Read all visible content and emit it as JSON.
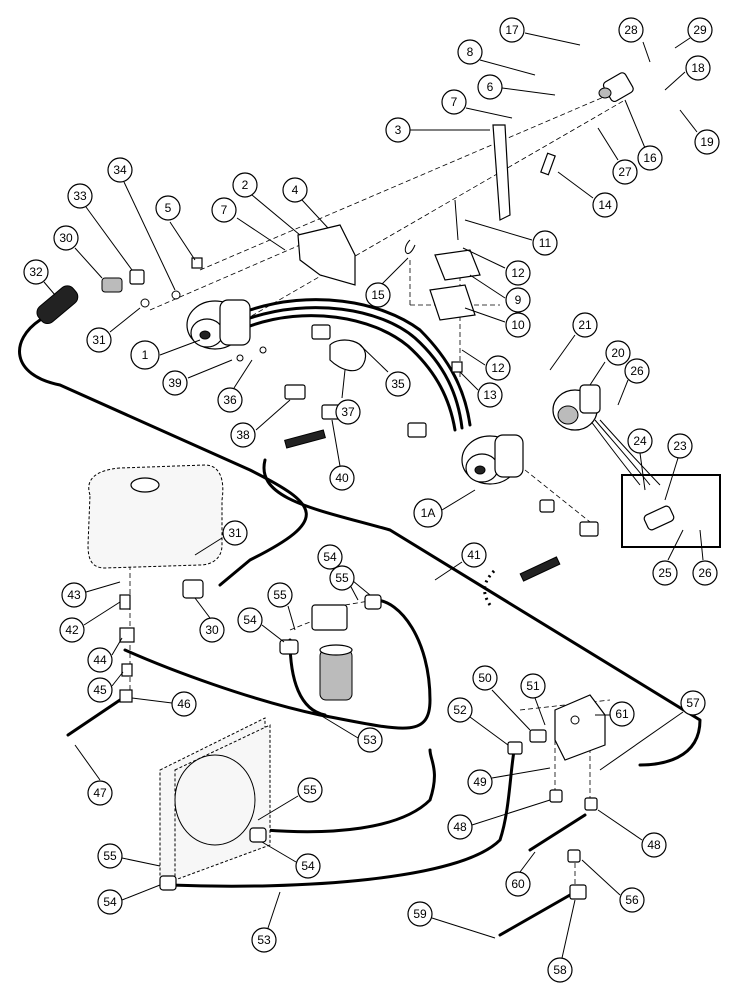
{
  "callouts": [
    {
      "label": "1"
    },
    {
      "label": "1A"
    },
    {
      "label": "2"
    },
    {
      "label": "3"
    },
    {
      "label": "4"
    },
    {
      "label": "5"
    },
    {
      "label": "6"
    },
    {
      "label": "7"
    },
    {
      "label": "7"
    },
    {
      "label": "8"
    },
    {
      "label": "9"
    },
    {
      "label": "10"
    },
    {
      "label": "11"
    },
    {
      "label": "12"
    },
    {
      "label": "12"
    },
    {
      "label": "13"
    },
    {
      "label": "14"
    },
    {
      "label": "15"
    },
    {
      "label": "16"
    },
    {
      "label": "17"
    },
    {
      "label": "18"
    },
    {
      "label": "19"
    },
    {
      "label": "20"
    },
    {
      "label": "21"
    },
    {
      "label": "23"
    },
    {
      "label": "24"
    },
    {
      "label": "25"
    },
    {
      "label": "26"
    },
    {
      "label": "26"
    },
    {
      "label": "27"
    },
    {
      "label": "28"
    },
    {
      "label": "29"
    },
    {
      "label": "30"
    },
    {
      "label": "30"
    },
    {
      "label": "31"
    },
    {
      "label": "31"
    },
    {
      "label": "32"
    },
    {
      "label": "33"
    },
    {
      "label": "34"
    },
    {
      "label": "35"
    },
    {
      "label": "36"
    },
    {
      "label": "37"
    },
    {
      "label": "38"
    },
    {
      "label": "39"
    },
    {
      "label": "40"
    },
    {
      "label": "41"
    },
    {
      "label": "42"
    },
    {
      "label": "43"
    },
    {
      "label": "44"
    },
    {
      "label": "45"
    },
    {
      "label": "46"
    },
    {
      "label": "47"
    },
    {
      "label": "48"
    },
    {
      "label": "48"
    },
    {
      "label": "49"
    },
    {
      "label": "50"
    },
    {
      "label": "51"
    },
    {
      "label": "52"
    },
    {
      "label": "53"
    },
    {
      "label": "53"
    },
    {
      "label": "54"
    },
    {
      "label": "54"
    },
    {
      "label": "54"
    },
    {
      "label": "54"
    },
    {
      "label": "55"
    },
    {
      "label": "55"
    },
    {
      "label": "55"
    },
    {
      "label": "55"
    },
    {
      "label": "56"
    },
    {
      "label": "57"
    },
    {
      "label": "58"
    },
    {
      "label": "59"
    },
    {
      "label": "60"
    },
    {
      "label": "61"
    }
  ]
}
